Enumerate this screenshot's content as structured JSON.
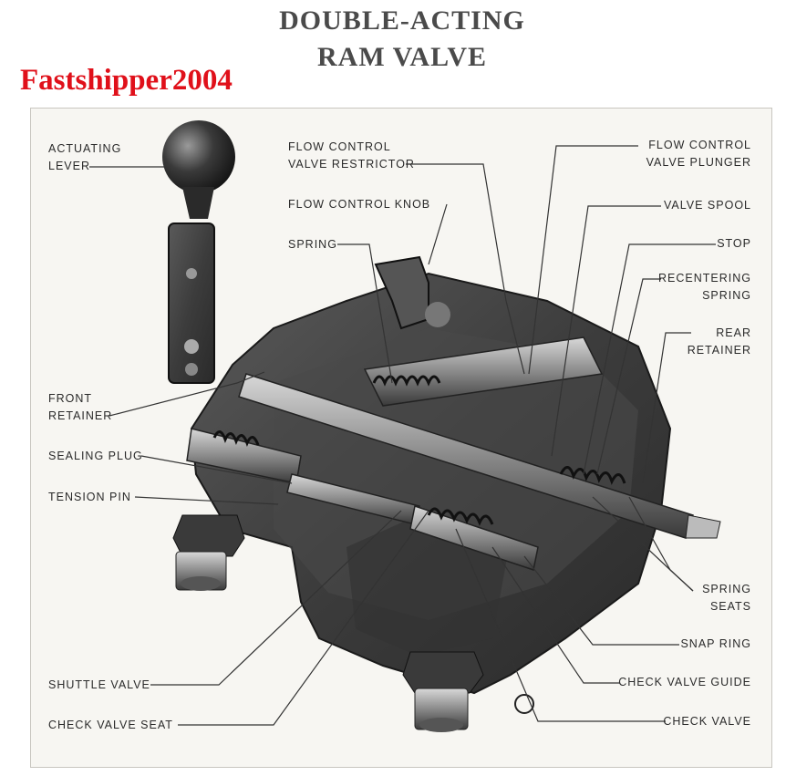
{
  "title": {
    "line1": "DOUBLE-ACTING",
    "line2": "RAM VALVE"
  },
  "watermark": "Fastshipper2004",
  "labels": {
    "actuating_lever": [
      "ACTUATING",
      "LEVER"
    ],
    "front_retainer": [
      "FRONT",
      "RETAINER"
    ],
    "sealing_plug": "SEALING PLUG",
    "tension_pin": "TENSION PIN",
    "shuttle_valve": "SHUTTLE VALVE",
    "check_valve_seat": "CHECK VALVE SEAT",
    "flow_control_valve_restrictor": [
      "FLOW CONTROL",
      "VALVE RESTRICTOR"
    ],
    "flow_control_knob": "FLOW CONTROL KNOB",
    "spring": "SPRING",
    "flow_control_valve_plunger": [
      "FLOW CONTROL",
      "VALVE PLUNGER"
    ],
    "valve_spool": "VALVE SPOOL",
    "stop": "STOP",
    "recentering_spring": [
      "RECENTERING",
      "SPRING"
    ],
    "rear_retainer": [
      "REAR",
      "RETAINER"
    ],
    "spring_seats": [
      "SPRING",
      "SEATS"
    ],
    "snap_ring": "SNAP RING",
    "check_valve_guide": "CHECK VALVE GUIDE",
    "check_valve": "CHECK VALVE"
  }
}
